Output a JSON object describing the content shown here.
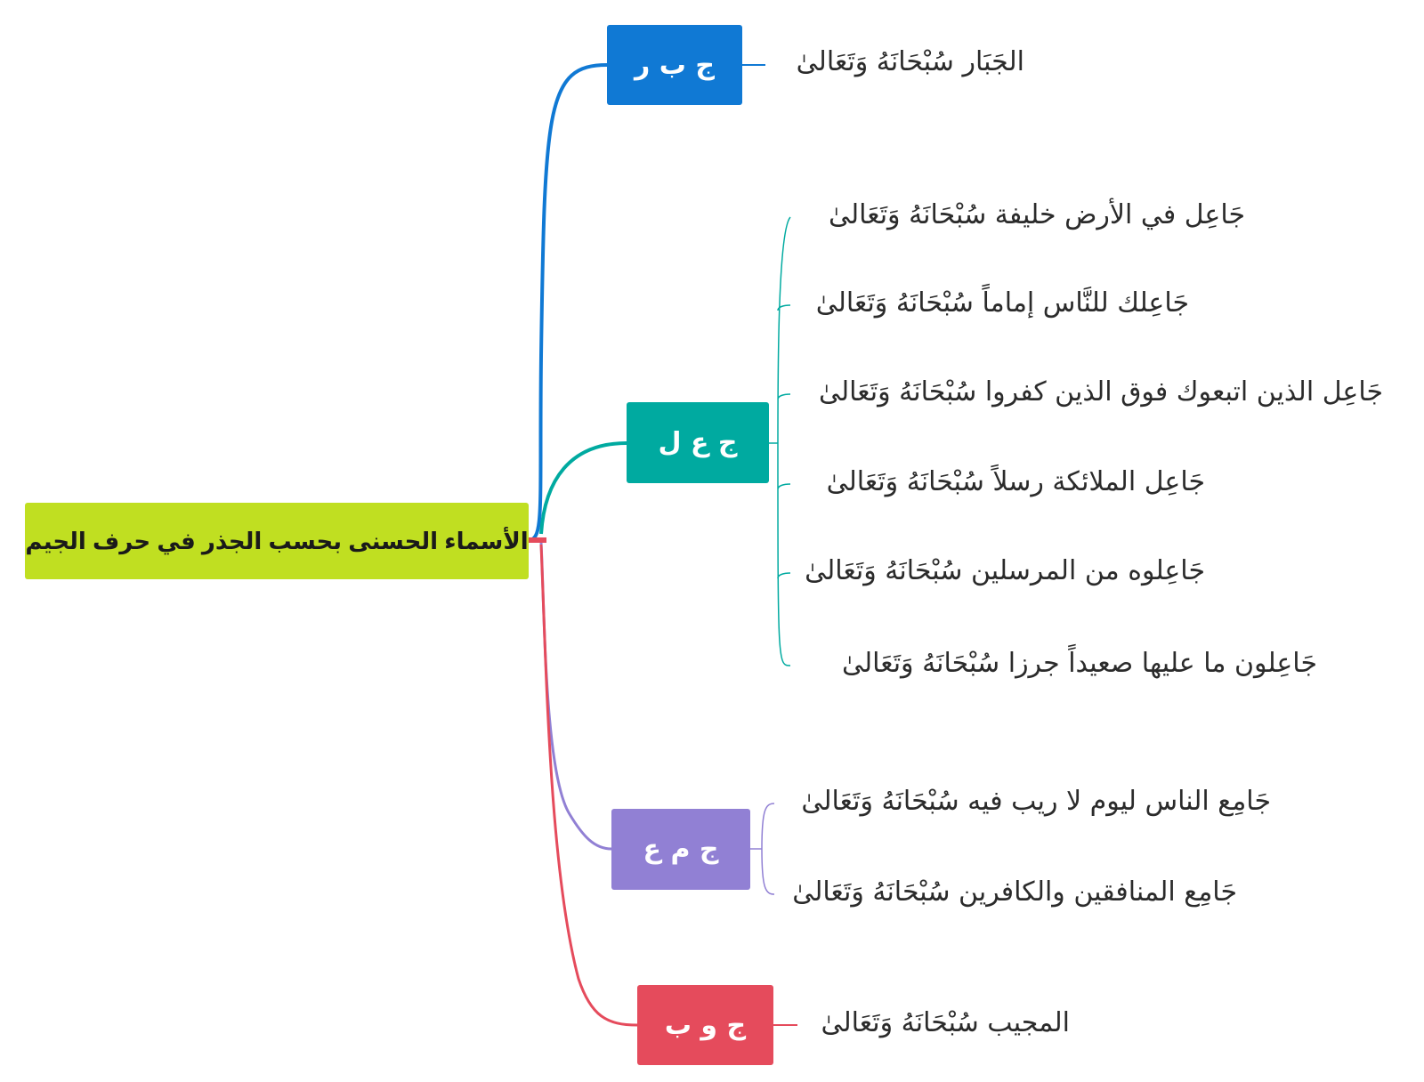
{
  "root": {
    "label": "الأسماء الحسنى بحسب الجذر في حرف الجيم",
    "color": "#c0df21"
  },
  "branches": [
    {
      "label": "ج ب ر",
      "color": "#1079d4",
      "leaves": [
        "الجَبَار سُبْحَانَهُ وَتَعَالىٰ"
      ]
    },
    {
      "label": "ج ع ل",
      "color": "#00aaa0",
      "leaves": [
        "جَاعِل في الأرض خليفة سُبْحَانَهُ وَتَعَالىٰ",
        "جَاعِلك للنَّاس إماماً سُبْحَانَهُ وَتَعَالىٰ",
        "جَاعِل الذين اتبعوك فوق الذين كفروا سُبْحَانَهُ وَتَعَالىٰ",
        "جَاعِل الملائكة رسلاً سُبْحَانَهُ وَتَعَالىٰ",
        "جَاعِلوه من المرسلين سُبْحَانَهُ وَتَعَالىٰ",
        "جَاعِلون ما عليها صعيداً جرزا سُبْحَانَهُ وَتَعَالىٰ"
      ]
    },
    {
      "label": "ج م ع",
      "color": "#9180d4",
      "leaves": [
        "جَامِع الناس ليوم لا ريب فيه سُبْحَانَهُ وَتَعَالىٰ",
        "جَامِع المنافقين والكافرين سُبْحَانَهُ وَتَعَالىٰ"
      ]
    },
    {
      "label": "ج و ب",
      "color": "#e54b5c",
      "leaves": [
        "المجيب سُبْحَانَهُ وَتَعَالىٰ"
      ]
    }
  ]
}
